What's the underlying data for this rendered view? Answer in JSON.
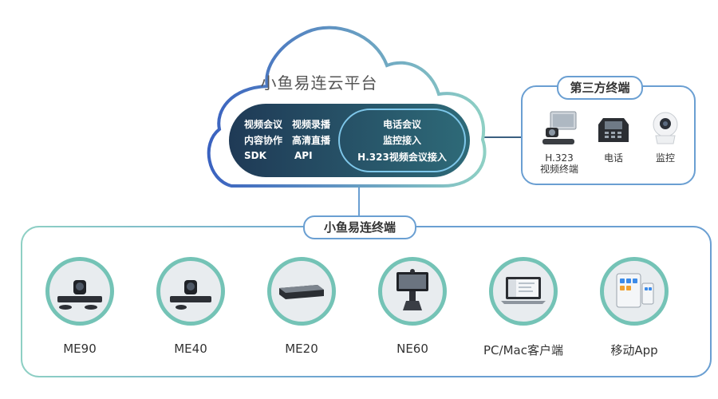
{
  "cloud": {
    "title": "小鱼易连云平台",
    "features_left": [
      "视频会议",
      "视频录播",
      "内容协作",
      "高清直播",
      "SDK",
      "API"
    ],
    "features_right": [
      "电话会议",
      "监控接入",
      "H.323视频会议接入"
    ]
  },
  "third_party": {
    "label": "第三方终端",
    "items": [
      {
        "label_line1": "H.323",
        "label_line2": "视频终端",
        "icon": "h323-terminal-icon"
      },
      {
        "label_line1": "电话",
        "label_line2": "",
        "icon": "phone-icon"
      },
      {
        "label_line1": "监控",
        "label_line2": "",
        "icon": "camera-icon"
      }
    ]
  },
  "terminals": {
    "label": "小鱼易连终端",
    "devices": [
      {
        "name": "ME90",
        "icon": "me90-device-icon"
      },
      {
        "name": "ME40",
        "icon": "me40-device-icon"
      },
      {
        "name": "ME20",
        "icon": "me20-device-icon"
      },
      {
        "name": "NE60",
        "icon": "ne60-device-icon"
      },
      {
        "name": "PC/Mac客户端",
        "icon": "laptop-icon"
      },
      {
        "name": "移动App",
        "icon": "mobile-app-icon"
      }
    ]
  },
  "colors": {
    "cloud_gradient_start": "#3a62c0",
    "cloud_gradient_end": "#8ed0c4",
    "panel_dark": "#1f3a56",
    "panel_teal": "#2e6a78",
    "ring": "#74c3b6",
    "frame": "#6a9fd2"
  }
}
